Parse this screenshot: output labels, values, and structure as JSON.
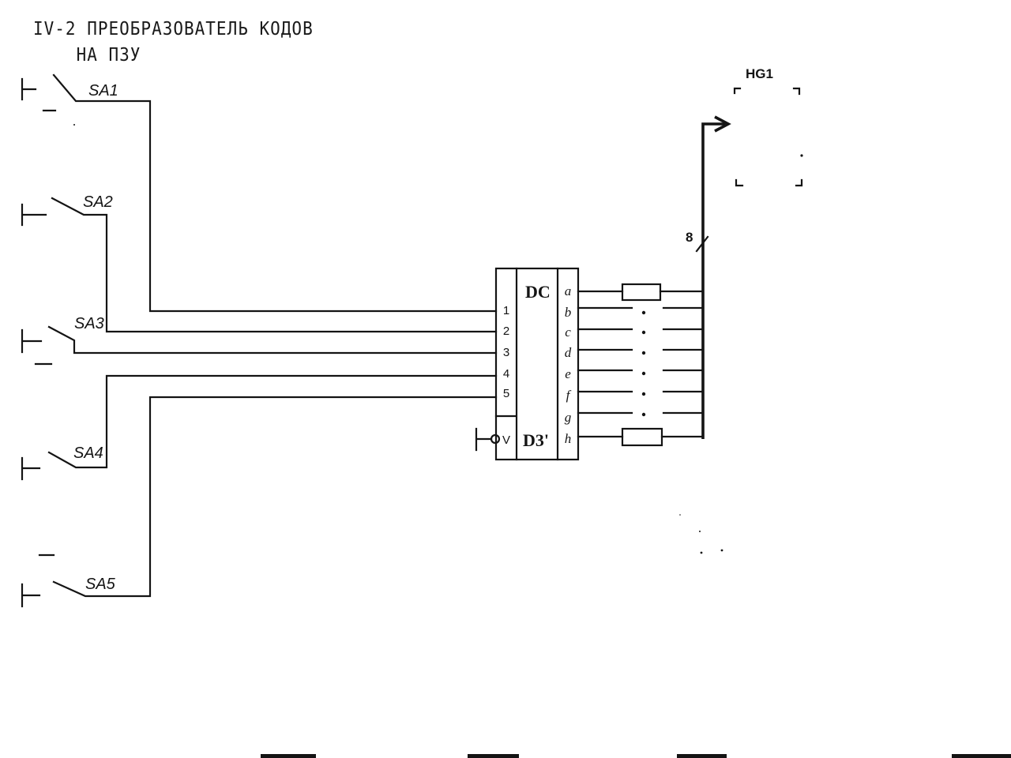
{
  "header": {
    "title_line1": "IV-2 ПРЕОБРАЗОВАТЕЛЬ КОДОВ",
    "title_line2": "    НА ПЗУ"
  },
  "switches": [
    {
      "label": "SA1"
    },
    {
      "label": "SA2"
    },
    {
      "label": "SA3"
    },
    {
      "label": "SA4"
    },
    {
      "label": "SA5"
    }
  ],
  "decoder": {
    "type_label": "DC",
    "ref_label": "D3'",
    "enable_label": "V",
    "inputs": [
      "1",
      "2",
      "3",
      "4",
      "5"
    ],
    "outputs": [
      "a",
      "b",
      "c",
      "d",
      "e",
      "f",
      "g",
      "h"
    ]
  },
  "bus": {
    "width_label": "8"
  },
  "display": {
    "label": "HG1"
  },
  "colors": {
    "ink": "#141414",
    "paper": "#ffffff"
  }
}
